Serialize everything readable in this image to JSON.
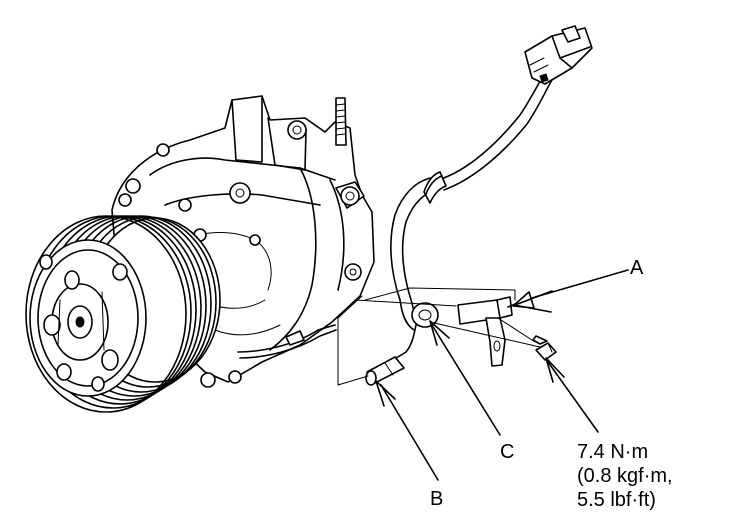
{
  "callouts": {
    "a": "A",
    "b": "B",
    "c": "C"
  },
  "torque": {
    "line1": "7.4 N·m",
    "line2": "(0.8 kgf·m,",
    "line3": "5.5 lbf·ft)"
  }
}
